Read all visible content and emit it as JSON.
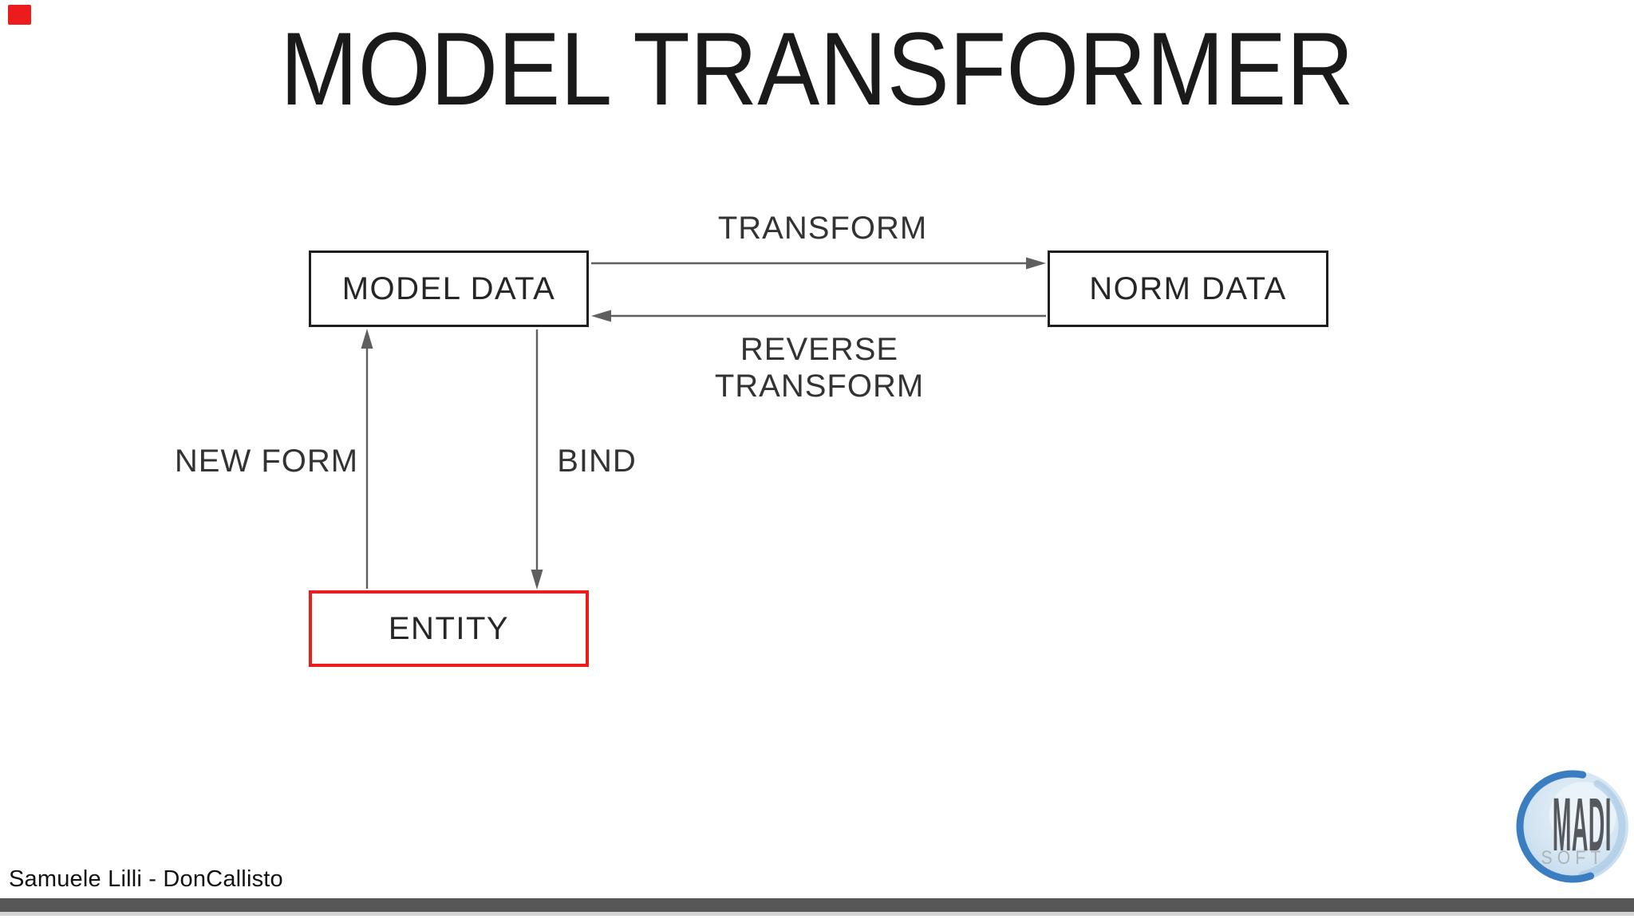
{
  "title": "MODEL TRANSFORMER",
  "diagram": {
    "nodes": {
      "model_data": {
        "label": "MODEL DATA"
      },
      "norm_data": {
        "label": "NORM DATA"
      },
      "entity": {
        "label": "ENTITY"
      }
    },
    "edges": {
      "transform": {
        "label": "TRANSFORM",
        "from": "MODEL DATA",
        "to": "NORM DATA"
      },
      "reverse_transform": {
        "label": "REVERSE\nTRANSFORM",
        "from": "NORM DATA",
        "to": "MODEL DATA"
      },
      "new_form": {
        "label": "NEW FORM",
        "from": "ENTITY",
        "to": "MODEL DATA"
      },
      "bind": {
        "label": "BIND",
        "from": "MODEL DATA",
        "to": "ENTITY"
      }
    }
  },
  "footer": {
    "credit": "Samuele Lilli - DonCallisto"
  },
  "logo": {
    "line1": "MADI",
    "line2": "SOFT"
  },
  "colors": {
    "entity_border": "#ed1c1c",
    "node_border": "#1f1f1f",
    "arrow": "#5f5f5f",
    "bottom_bar": "#575757",
    "logo_blue": "#3b7dc1",
    "logo_wash": "#bdd7eb",
    "logo_text_dark": "#55595e",
    "logo_text_light": "#aeb4b8"
  }
}
